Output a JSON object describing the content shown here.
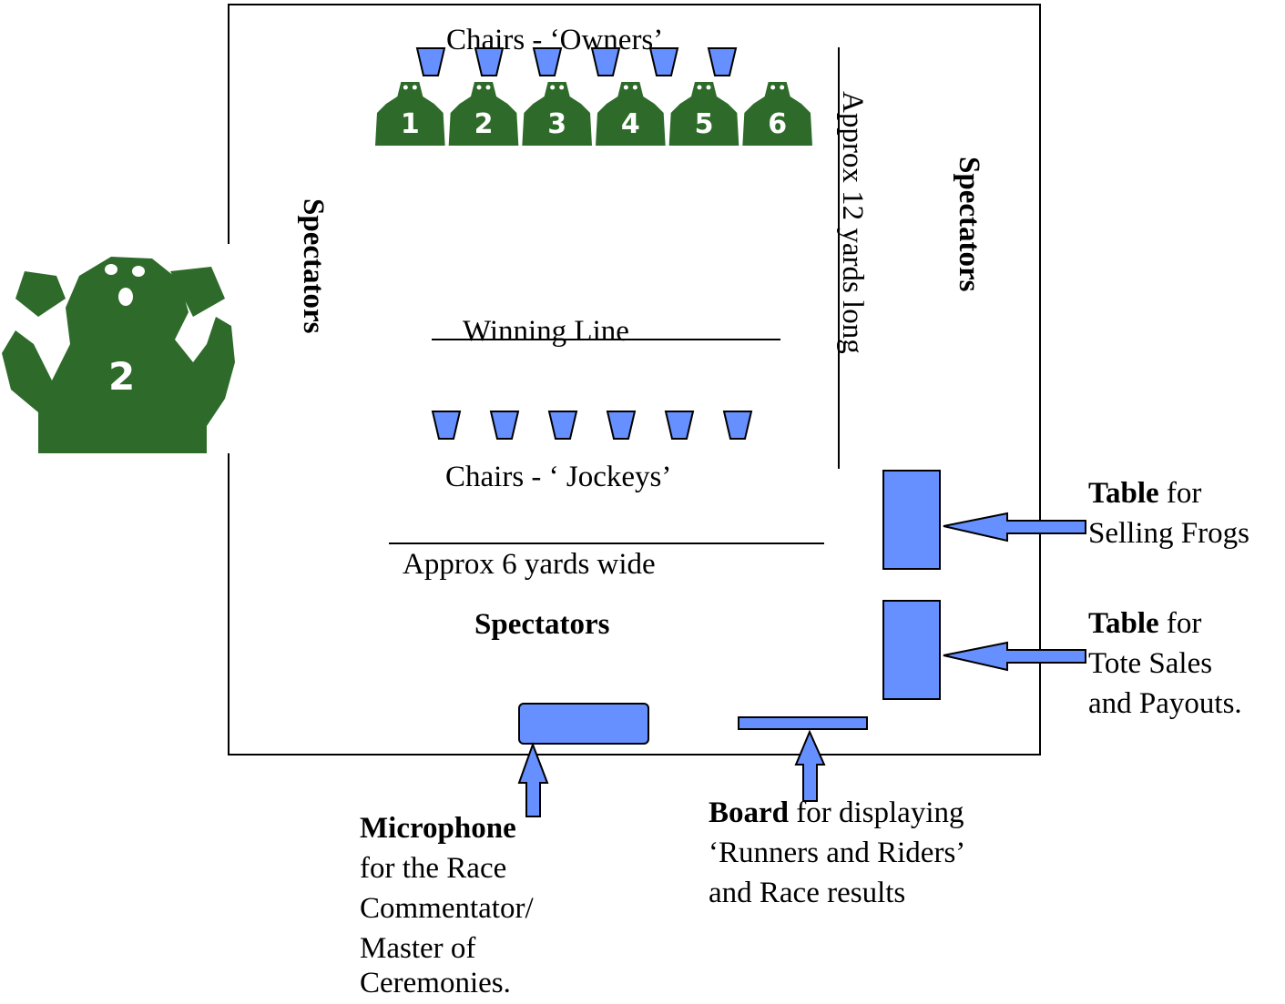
{
  "labels": {
    "owners_chairs": "Chairs   -   ‘Owners’",
    "jockeys_chairs": "Chairs  -  ‘ Jockeys’",
    "winning_line": "Winning Line",
    "width": "Approx  6 yards wide",
    "length": "Approx 12 yards long",
    "spectators_left": "Spectators",
    "spectators_right": "Spectators",
    "spectators_bottom": "Spectators"
  },
  "frog_numbers": [
    "1",
    "2",
    "3",
    "4",
    "5",
    "6"
  ],
  "big_frog_number": "2",
  "table_frogs": {
    "bold": "Table",
    "rest": " for",
    "line2": "Selling Frogs"
  },
  "table_tote": {
    "bold": "Table",
    "rest": " for",
    "line2": "Tote Sales",
    "line3": "and Payouts."
  },
  "microphone": {
    "bold": "Microphone",
    "line2": "for the Race",
    "line3": "Commentator/",
    "line4": "Master of",
    "line5": "Ceremonies."
  },
  "board": {
    "bold": "Board",
    "rest": " for displaying",
    "line2": "‘Runners and Riders’",
    "line3": "and Race results"
  },
  "colors": {
    "blue": "#6690ff",
    "frog_green": "#2e6b2a",
    "outline": "#000000"
  }
}
